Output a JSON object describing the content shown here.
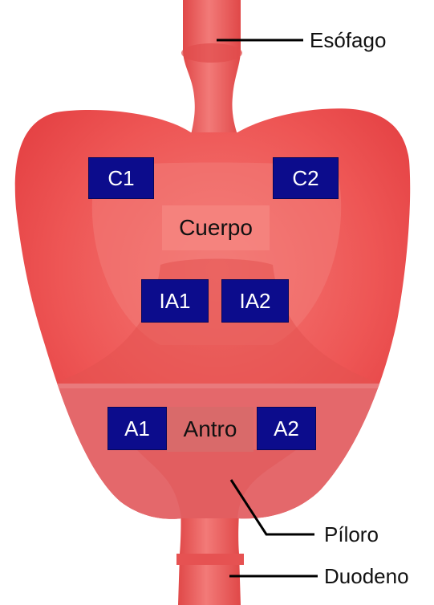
{
  "colors": {
    "stomach_body": "#ee4a4a",
    "stomach_light": "#f67d78",
    "antrum_band": "#e3696c",
    "tube": "#ea5656",
    "box_fill": "#0c0c8c",
    "box_text": "#ffffff",
    "leader_line": "#000000"
  },
  "labels": {
    "esofago": "Esófago",
    "piloro": "Píloro",
    "duodeno": "Duodeno"
  },
  "regions": {
    "cuerpo": "Cuerpo",
    "antro": "Antro"
  },
  "biopsy_sites": {
    "c1": "C1",
    "c2": "C2",
    "ia1": "IA1",
    "ia2": "IA2",
    "a1": "A1",
    "a2": "A2"
  }
}
